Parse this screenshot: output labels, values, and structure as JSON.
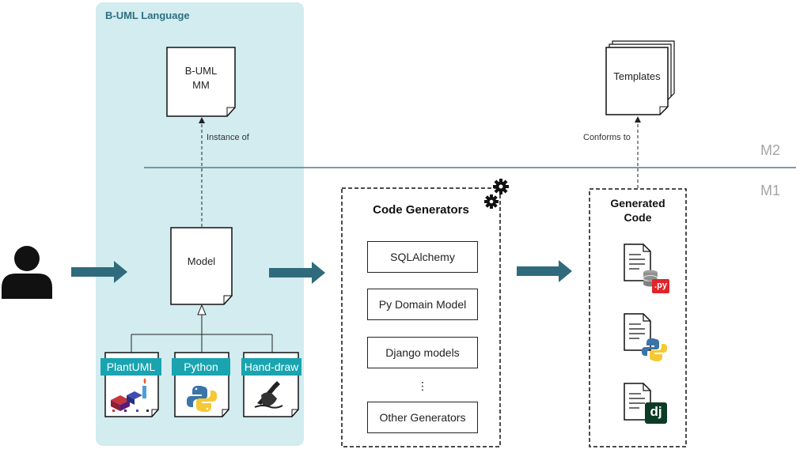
{
  "panel": {
    "title": "B-UML Language"
  },
  "metamodel": {
    "line1": "B-UML",
    "line2": "MM"
  },
  "model": {
    "label": "Model"
  },
  "instance_label": "Instance of",
  "templates": {
    "label": "Templates"
  },
  "conforms_label": "Conforms to",
  "levels": {
    "upper": "M2",
    "lower": "M1"
  },
  "inputs": [
    {
      "label": "PlantUML"
    },
    {
      "label": "Python"
    },
    {
      "label": "Hand-draw"
    }
  ],
  "generators": {
    "title": "Code Generators",
    "items": [
      "SQLAlchemy",
      "Py Domain Model",
      "Django models"
    ],
    "ellipsis": "⋮",
    "other": "Other Generators"
  },
  "generated": {
    "title_line1": "Generated",
    "title_line2": "Code",
    "badge_py": ".py",
    "badge_dj": "dj"
  },
  "colors": {
    "panel": "#d2ecf0",
    "arrow": "#2f6b7c",
    "tab": "#19a4b0",
    "level_line": "#4c7f8c"
  }
}
